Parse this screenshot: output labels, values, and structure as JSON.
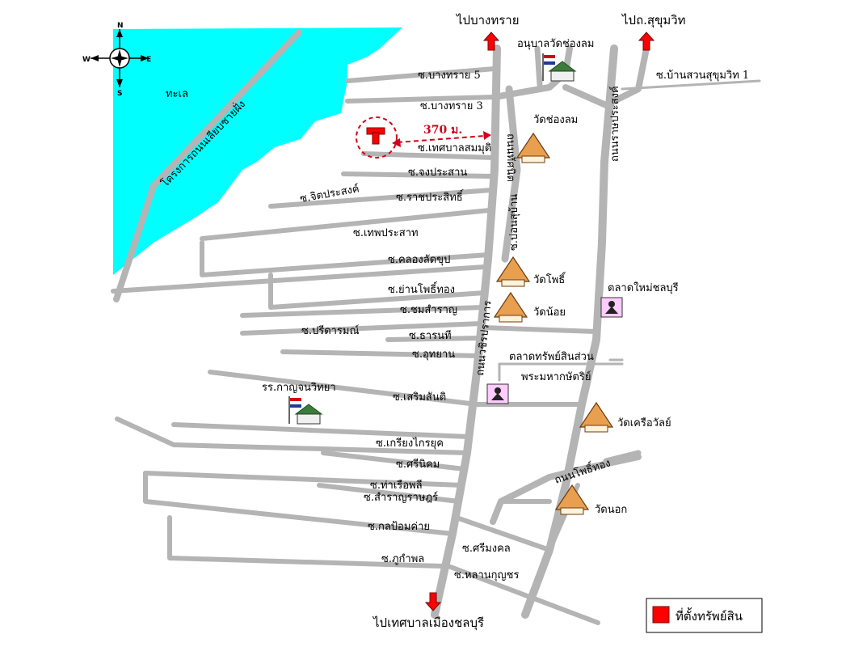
{
  "map": {
    "sea_label": "ทะเล",
    "coastal_project": "โครงการถนนเลียบชายฝั่ง",
    "compass": {
      "north": "N",
      "south": "S",
      "east": "E",
      "west": "W"
    },
    "exits": {
      "to_bangsai": "ไปบางทราย",
      "to_sukhumvit": "ไปถ.สุขุมวิท",
      "to_chonburi": "ไปเทศบาลเมืองชลบุรี"
    },
    "distance": "370 ม.",
    "roads": {
      "vertical": [
        "ถนนทัศนิต",
        "ถนนราษประสงค์",
        "ถนนวชิรปราการ",
        "ซ.บ่อนสุบ้าน",
        "ถนนโพธิ์ทอง"
      ],
      "soi": [
        "ซ.บางทราย 5",
        "ซ.บางทราย 3",
        "ซ.เทศบาลสมมุติ",
        "ซ.จงประสาน",
        "ซ.จิตประสงค์",
        "ซ.ราชประสิทธิ์",
        "ซ.เทพประสาท",
        "ซ.คลองลัดขุป",
        "ซ.ย่านโพธิ์ทอง",
        "ซ.ชมสำราญ",
        "ซ.ปรีดารมณ์",
        "ซ.ธารนที",
        "ซ.อุทยาน",
        "ซ.เสริมสันติ",
        "ซ.เกรียงไกรยุค",
        "ซ.ศรีนิคม",
        "ซ.ท่าเรือพลี",
        "ซ.สำราญราษฎร์",
        "ซ.กลป้อมค่าย",
        "ซ.ภูกำพล",
        "ซ.ศรีมงคล",
        "ซ.หลานกุญชร",
        "ซ.บ้านสวนสุขุมวิท 1"
      ]
    },
    "landmarks": {
      "kindergarten": "อนุบาลวัดช่องลม",
      "wat_chonglom": "วัดช่องลม",
      "wat_pho": "วัดโพธิ์",
      "wat_noi": "วัดน้อย",
      "market_new": "ตลาดใหม่ชลบุรี",
      "market_asset": "ตลาดทรัพย์สินส่วน",
      "market_asset_2": "พระมหากษัตริย์",
      "school": "รร.กาญจนวิทยา",
      "wat_khruawan": "วัดเครือวัลย์",
      "wat_nok": "วัดนอก"
    },
    "legend": {
      "label": "ที่ตั้งทรัพย์สิน"
    },
    "colors": {
      "sea": "#00ffff",
      "road": "#b4b4b4",
      "marker": "#ff0000",
      "dashed": "#d0021b",
      "market_fill": "#ffccff",
      "temple_roof": "#e8a050"
    }
  }
}
